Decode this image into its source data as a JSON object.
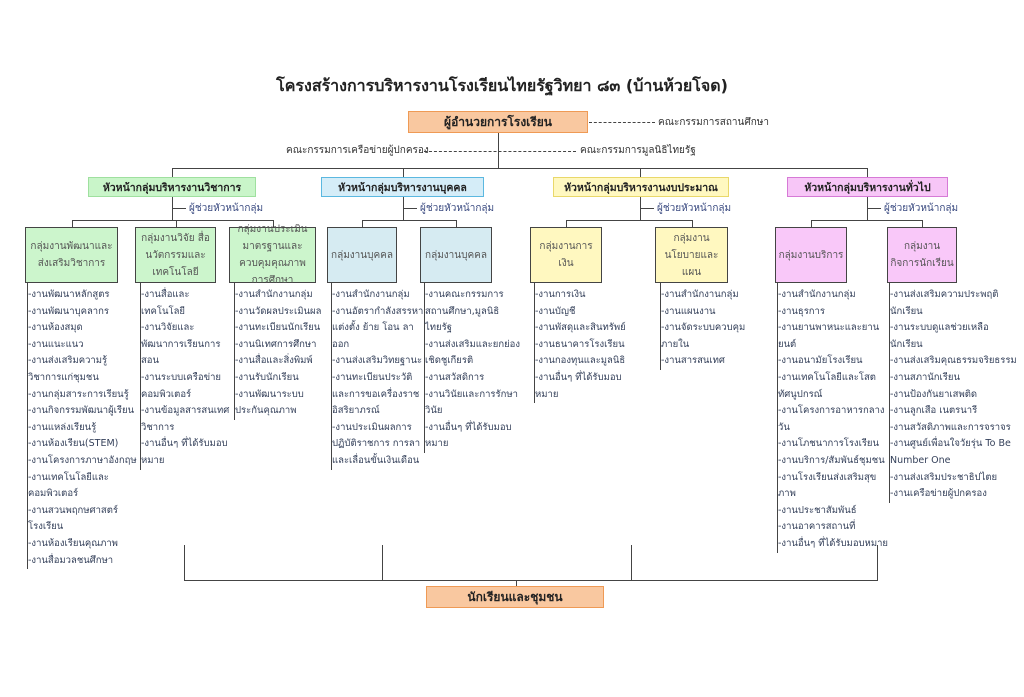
{
  "title": "โครงสร้างการบริหารงานโรงเรียนไทยรัฐวิทยา ๘๓ (บ้านห้วยโจด)",
  "director": "ผู้อำนวยการโรงเรียน",
  "committees": {
    "school_board": "คณะกรรมการสถานศึกษา",
    "parent_network": "คณะกรรมการเครือข่ายผู้ปกครอง",
    "foundation": "คณะกรรมการมูลนิธิไทยรัฐ"
  },
  "assistant_label": "ผู้ช่วยหัวหน้ากลุ่ม",
  "divisions": [
    {
      "head": "หัวหน้ากลุ่มบริหารงานวิชาการ",
      "groups": [
        {
          "name": "กลุ่มงานพัฒนาและส่งเสริมวิชาการ",
          "items": [
            "-งานพัฒนาหลักสูตร",
            "-งานพัฒนาบุคลากร",
            "-งานห้องสมุด",
            "-งานแนะแนว",
            "-งานส่งเสริมความรู้วิชาการแก่ชุมชน",
            "-งานกลุ่มสาระการเรียนรู้",
            "-งานกิจกรรมพัฒนาผู้เรียน",
            "-งานแหล่งเรียนรู้",
            "-งานห้องเรียน(STEM)",
            "-งานโครงการภาษาอังกฤษ",
            "-งานเทคโนโลยีและคอมพิวเตอร์",
            "-งานสวนพฤกษศาสตร์โรงเรียน",
            "-งานห้องเรียนคุณภาพ",
            "-งานสื่อมวลชนศึกษา"
          ]
        },
        {
          "name": "กลุ่มงานวิจัย สื่อ นวัตกรรมและเทคโนโลยี",
          "items": [
            "-งานสื่อและเทคโนโลยี",
            "-งานวิจัยและพัฒนาการเรียนการสอน",
            "-งานระบบเครือข่ายคอมพิวเตอร์",
            "-งานข้อมูลสารสนเทศวิชาการ",
            "-งานอื่นๆ ที่ได้รับมอบหมาย"
          ]
        },
        {
          "name": "กลุ่มงานประเมินมาตรฐานและควบคุมคุณภาพการศึกษา",
          "items": [
            "-งานสำนักงานกลุ่ม",
            "-งานวัดผลประเมินผล",
            "-งานทะเบียนนักเรียน",
            "-งานนิเทศการศึกษา",
            "-งานสื่อและสิ่งพิมพ์",
            "-งานรับนักเรียน",
            "-งานพัฒนาระบบประกันคุณภาพ"
          ]
        }
      ]
    },
    {
      "head": "หัวหน้ากลุ่มบริหารงานบุคคล",
      "groups": [
        {
          "name": "กลุ่มงานบุคคล",
          "items": [
            "-งานสำนักงานกลุ่ม",
            "-งานอัตรากำลังสรรหา แต่งตั้ง ย้าย โอน ลาออก",
            "-งานส่งเสริมวิทยฐานะ",
            "-งานทะเบียนประวัติและการขอเครื่องราชอิสริยาภรณ์",
            "-งานประเมินผลการปฏิบัติราชการ การลา และเลื่อนขั้นเงินเดือน"
          ]
        },
        {
          "name": "กลุ่มงานบุคคล",
          "items": [
            "-งานคณะกรรมการสถานศึกษา,มูลนิธิไทยรัฐ",
            "-งานส่งเสริมและยกย่องเชิดชูเกียรติ",
            "-งานสวัสดิการ",
            "-งานวินัยและการรักษาวินัย",
            "-งานอื่นๆ ที่ได้รับมอบหมาย"
          ]
        }
      ]
    },
    {
      "head": "หัวหน้ากลุ่มบริหารงานงบประมาณ",
      "groups": [
        {
          "name": "กลุ่มงานการเงิน",
          "items": [
            "-งานการเงิน",
            "-งานบัญชี",
            "-งานพัสดุและสินทรัพย์",
            "-งานธนาคารโรงเรียน",
            "-งานกองทุนและมูลนิธิ",
            "-งานอื่นๆ ที่ได้รับมอบหมาย"
          ]
        },
        {
          "name": "กลุ่มงานนโยบายและแผน",
          "items": [
            "-งานสำนักงานกลุ่ม",
            "-งานแผนงาน",
            "-งานจัดระบบควบคุมภายใน",
            "-งานสารสนเทศ"
          ]
        }
      ]
    },
    {
      "head": "หัวหน้ากลุ่มบริหารงานทั่วไป",
      "groups": [
        {
          "name": "กลุ่มงานบริการ",
          "items": [
            "-งานสำนักงานกลุ่ม",
            "-งานธุรการ",
            "-งานยานพาหนะและยานยนต์",
            "-งานอนามัยโรงเรียน",
            "-งานเทคโนโลยีและโสตทัศนูปกรณ์",
            "-งานโครงการอาหารกลางวัน",
            "-งานโภชนาการโรงเรียน",
            "-งานบริการ/สัมพันธ์ชุมชน",
            "-งานโรงเรียนส่งเสริมสุขภาพ",
            "-งานประชาสัมพันธ์",
            "-งานอาคารสถานที่",
            "-งานอื่นๆ ที่ได้รับมอบหมาย"
          ]
        },
        {
          "name": "กลุ่มงานกิจการนักเรียน",
          "items": [
            "-งานส่งเสริมความประพฤตินักเรียน",
            "-งานระบบดูแลช่วยเหลือนักเรียน",
            "-งานส่งเสริมคุณธรรมจริยธรรม",
            "-งานสภานักเรียน",
            "-งานป้องกันยาเสพติด",
            "-งานลูกเสือ เนตรนารี",
            "-งานสวัสดิภาพและการจราจร",
            "-งานศูนย์เพื่อนใจวัยรุ่น To Be Number One",
            "-งานส่งเสริมประชาธิปไตย",
            "-งานเครือข่ายผู้ปกครอง"
          ]
        }
      ]
    }
  ],
  "students_community": "นักเรียนและชุมชน"
}
